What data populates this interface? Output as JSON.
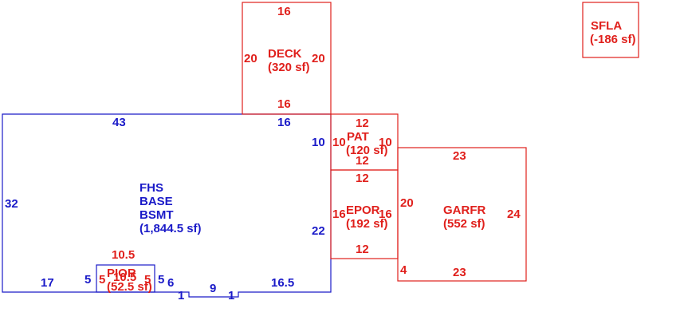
{
  "colors": {
    "main": "#1a1ac8",
    "addition": "#e0201c"
  },
  "areas": {
    "main": {
      "lines": [
        "FHS",
        "BASE",
        "BSMT"
      ],
      "area": "(1,844.5 sf)"
    },
    "deck": {
      "name": "DECK",
      "area": "(320 sf)"
    },
    "pat": {
      "name": "PAT",
      "area": "(120 sf)"
    },
    "epor": {
      "name": "EPOR",
      "area": "(192 sf)"
    },
    "garfr": {
      "name": "GARFR",
      "area": "(552 sf)"
    },
    "pior": {
      "name": "PIOR",
      "area": "(52.5 sf)"
    },
    "sfla": {
      "name": "SFLA",
      "area": "(-186 sf)"
    }
  },
  "dimensions": {
    "main_top_left": "43",
    "main_top_right": "16",
    "main_left": "32",
    "main_right_upper": "10",
    "main_right_lower": "22",
    "main_bottom_left": "17",
    "main_bottom_right": "16.5",
    "pior_left_outer": "5",
    "pior_left_inner": "5",
    "pior_right_inner": "5",
    "pior_right_outer": "5",
    "pior_top": "10.5",
    "pior_bottom": "10.5",
    "step_a": "6",
    "step_b": "9",
    "step_c": "1",
    "step_d": "1",
    "deck_top": "16",
    "deck_bottom": "16",
    "deck_left": "20",
    "deck_right": "20",
    "pat_top": "12",
    "pat_bottom": "12",
    "pat_left": "10",
    "pat_right": "10",
    "epor_top": "12",
    "epor_bottom": "12",
    "epor_left": "16",
    "epor_right": "16",
    "garfr_top": "23",
    "garfr_bottom": "23",
    "garfr_left": "20",
    "garfr_right": "24",
    "garfr_corner": "4"
  }
}
